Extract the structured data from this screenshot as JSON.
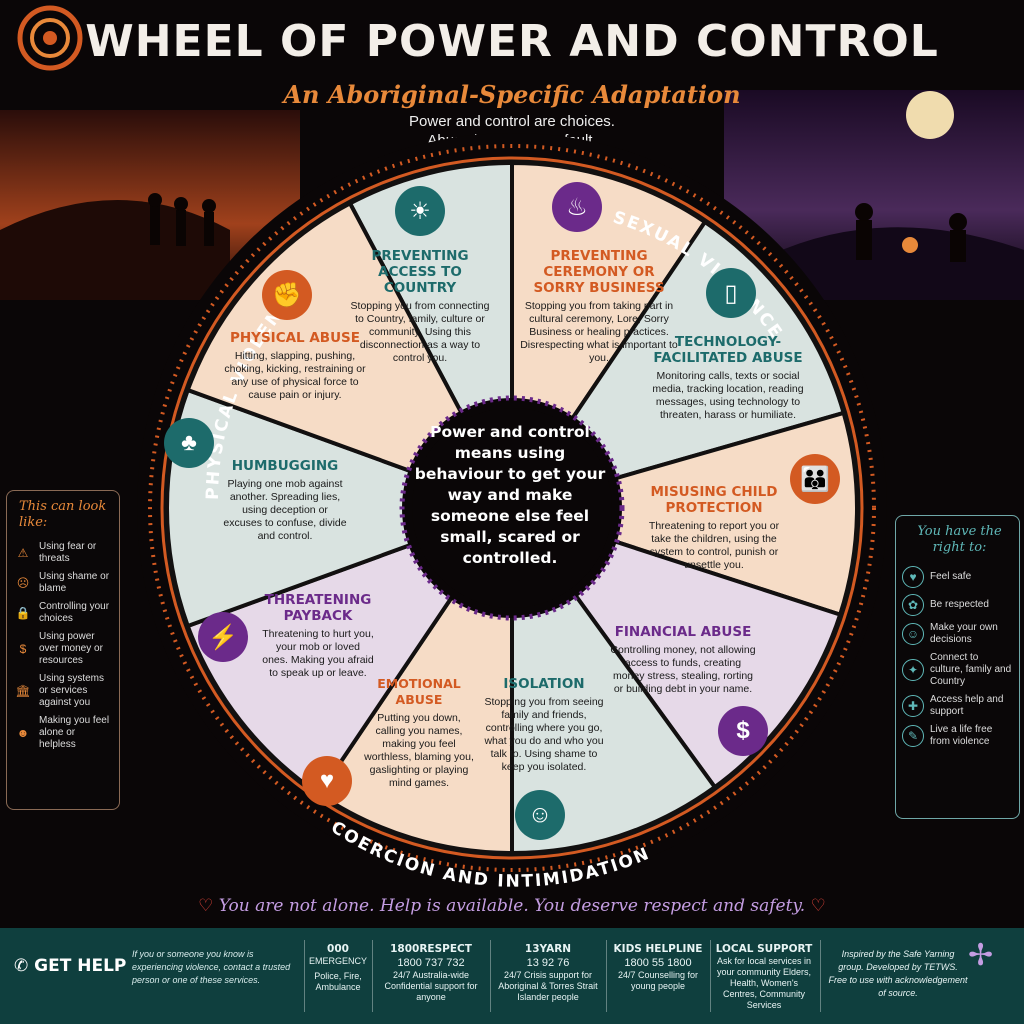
{
  "header": {
    "title": "WHEEL OF POWER AND CONTROL",
    "subtitle": "An Aboriginal-Specific Adaptation",
    "tagline_1": "Power and control are choices.",
    "tagline_2_pre": "Abuse is ",
    "tagline_2_em": "never",
    "tagline_2_post": " your fault."
  },
  "ring_labels": {
    "top_left": "PHYSICAL VIOLENCE",
    "top_right": "SEXUAL VIOLENCE",
    "bottom": "COERCION AND INTIMIDATION"
  },
  "center": "Power and control means using behaviour to get your way and make someone else feel small, scared or controlled.",
  "segments": [
    {
      "title": "PREVENTING ACCESS TO COUNTRY",
      "desc": "Stopping you from connecting to Country, family, culture or community. Using this disconnection as a way to control you.",
      "color": "#1d6b6b",
      "icon": "country-landscape-icon"
    },
    {
      "title": "PREVENTING CEREMONY OR SORRY BUSINESS",
      "desc": "Stopping you from taking part in cultural ceremony, Lore, Sorry Business or healing practices. Disrespecting what is important to you.",
      "color": "#d35a22",
      "icon": "ceremony-icon"
    },
    {
      "title": "TECHNOLOGY-FACILITATED ABUSE",
      "desc": "Monitoring calls, texts or social media, tracking location, reading messages, using technology to threaten, harass or humiliate.",
      "color": "#1d6b6b",
      "icon": "phone-icon"
    },
    {
      "title": "MISUSING CHILD PROTECTION",
      "desc": "Threatening to report you or take the children, using the system to control, punish or unsettle you.",
      "color": "#d35a22",
      "icon": "parent-child-icon"
    },
    {
      "title": "FINANCIAL ABUSE",
      "desc": "Controlling money, not allowing access to funds, creating money stress, stealing, rorting or building debt in your name.",
      "color": "#6b2a8a",
      "icon": "dollar-icon"
    },
    {
      "title": "ISOLATION",
      "desc": "Stopping you from seeing family and friends, controlling where you go, what you do and who you talk to. Using shame to keep you isolated.",
      "color": "#1d6b6b",
      "icon": "group-icon"
    },
    {
      "title": "EMOTIONAL ABUSE",
      "desc": "Putting you down, calling you names, making you feel worthless, blaming you, gaslighting or playing mind games.",
      "color": "#d35a22",
      "icon": "broken-heart-icon"
    },
    {
      "title": "THREATENING PAYBACK",
      "desc": "Threatening to hurt you, your mob or loved ones. Making you afraid to speak up or leave.",
      "color": "#6b2a8a",
      "icon": "lightning-icon"
    },
    {
      "title": "HUMBUGGING",
      "desc": "Playing one mob against another. Spreading lies, using deception or excuses to confuse, divide and control.",
      "color": "#1d6b6b",
      "icon": "tree-icon"
    },
    {
      "title": "PHYSICAL ABUSE",
      "desc": "Hitting, slapping, pushing, choking, kicking, restraining or any use of physical force to cause pain or injury.",
      "color": "#d35a22",
      "icon": "fist-icon"
    }
  ],
  "left_box": {
    "title": "This can look like:",
    "items": [
      "Using fear or threats",
      "Using shame or blame",
      "Controlling your choices",
      "Using power over money or resources",
      "Using systems or services against you",
      "Making you feel alone or helpless"
    ],
    "icons": [
      "warning-icon",
      "shame-icon",
      "lock-icon",
      "dollar-icon",
      "building-icon",
      "alone-icon"
    ]
  },
  "right_box": {
    "title": "You have the right to:",
    "items": [
      "Feel safe",
      "Be respected",
      "Make your own decisions",
      "Connect to culture, family and Country",
      "Access help and support",
      "Live a life free from violence"
    ],
    "icons": [
      "safe-icon",
      "respect-icon",
      "person-icon",
      "connect-icon",
      "help-icon",
      "free-icon"
    ]
  },
  "bottom_line": "You are not alone. Help is available. You deserve respect and safety.",
  "footer": {
    "help_label": "GET HELP",
    "help_desc": "If you or someone you know is experiencing violence, contact a trusted person or one of these services.",
    "services": [
      {
        "name": "000",
        "number": "EMERGENCY",
        "desc": "Police, Fire, Ambulance"
      },
      {
        "name": "1800RESPECT",
        "number": "1800 737 732",
        "desc": "24/7 Australia-wide Confidential support for anyone"
      },
      {
        "name": "13YARN",
        "number": "13 92 76",
        "desc": "24/7 Crisis support for Aboriginal & Torres Strait Islander people"
      },
      {
        "name": "KIDS HELPLINE",
        "number": "1800 55 1800",
        "desc": "24/7 Counselling for young people"
      },
      {
        "name": "LOCAL SUPPORT",
        "number": "",
        "desc": "Ask for local services in your community Elders, Health, Women's Centres, Community Services"
      }
    ],
    "credit": "Inspired by the Safe Yarning group. Developed by TETWS. Free to use with acknowledgement of source."
  }
}
